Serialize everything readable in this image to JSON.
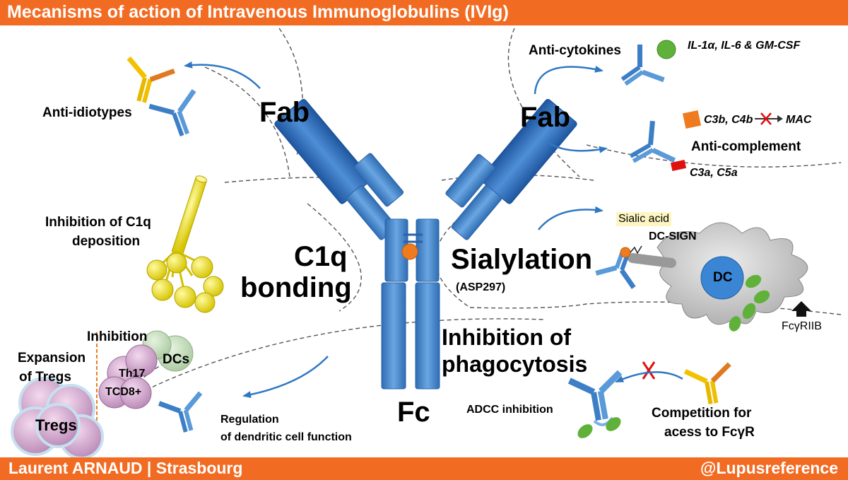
{
  "header": {
    "title": "Mecanisms of action of Intravenous Immunoglobulins (IVIg)"
  },
  "footer": {
    "author": "Laurent ARNAUD | Strasbourg",
    "handle": "@Lupusreference"
  },
  "antibody": {
    "fab_left": "Fab",
    "fab_right": "Fab",
    "fc": "Fc",
    "c1q_line1": "C1q",
    "c1q_line2": "bonding",
    "sialylation": "Sialylation",
    "asp": "(ASP297)",
    "phago_line1": "Inhibition of",
    "phago_line2": "phagocytosis"
  },
  "mechanisms": {
    "anti_idiotypes": "Anti-idiotypes",
    "anti_cytokines": "Anti-cytokines",
    "cytokines": "IL-1α, IL-6 & GM-CSF",
    "c3b_c4b": "C3b, C4b",
    "mac": "MAC",
    "anti_complement": "Anti-complement",
    "c3a_c5a": "C3a, C5a",
    "c1q_line1": "Inhibition of C1q",
    "c1q_line2": "deposition",
    "sialic_acid": "Sialic acid",
    "dc_sign": "DC-SIGN",
    "dc": "DC",
    "fcgriib": "FcγRIIB",
    "adcc": "ADCC inhibition",
    "competition_line1": "Competition for",
    "competition_line2": "acess to FcγR",
    "inhibition": "Inhibition",
    "dcs": "DCs",
    "th17": "Th17",
    "tcd8": "TCD8+",
    "expansion_line1": "Expansion",
    "expansion_line2": "of Tregs",
    "tregs": "Tregs",
    "regulation_line1": "Regulation",
    "regulation_line2": "of dendritic cell function"
  },
  "colors": {
    "accent": "#f26b22",
    "antibody_blue": "#3d7fc6",
    "antibody_light": "#5a9ad8",
    "arrow_blue": "#2f78c2",
    "yellow": "#e8d800",
    "green": "#5fb13a",
    "red": "#e01010"
  }
}
